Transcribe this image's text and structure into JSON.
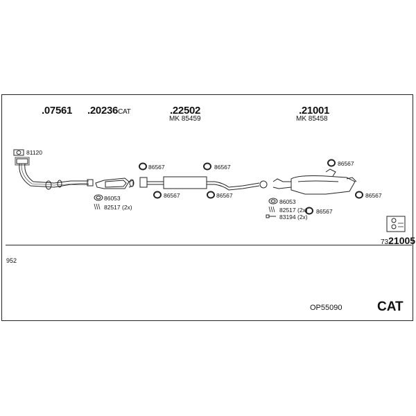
{
  "header_parts": [
    {
      "number": ".07561"
    },
    {
      "number": ".20236",
      "suffix": "CAT"
    },
    {
      "number": ".22502",
      "mk": "MK 85459"
    },
    {
      "number": ".21001",
      "mk": "MK 85458"
    }
  ],
  "callouts": {
    "c81120": "81120",
    "c86053a": "86053",
    "c82517a": "82517 (2x)",
    "c86567_1": "86567",
    "c86567_2": "86567",
    "c86567_3": "86567",
    "c86567_4": "86567",
    "c86567_5": "86567",
    "c86567_6": "86567",
    "c86567_7": "86567",
    "c86053b": "86053",
    "c82517b": "82517 (2x)",
    "c83194": "83194 (2x)"
  },
  "kit": {
    "prefix": "73",
    "number": "21005"
  },
  "footer": {
    "code": "952",
    "kit_code": "OP55090",
    "category": "CAT"
  }
}
